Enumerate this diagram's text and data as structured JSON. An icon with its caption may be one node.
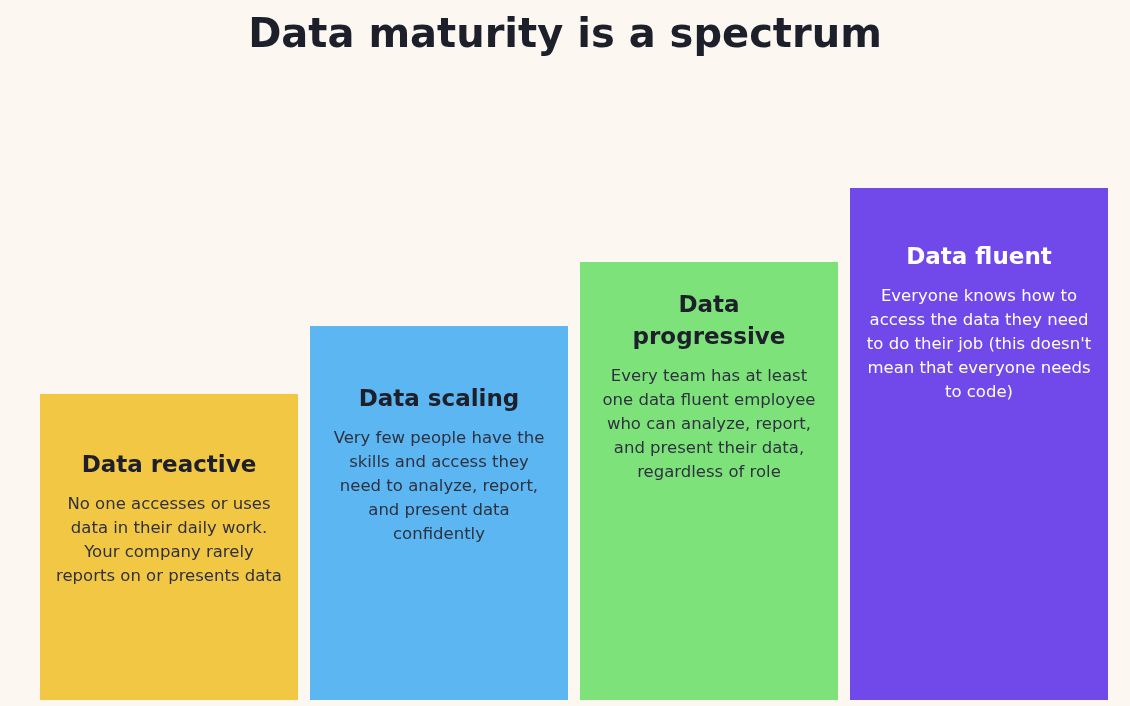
{
  "diagram": {
    "title": "Data maturity is a spectrum",
    "nodes": [
      {
        "text": [
          "Data reactive",
          "No one accesses or uses data in their daily work. Your company rarely reports on or presents data"
        ]
      },
      {
        "text": [
          "Data scaling",
          "Very few people have the skills and access they need to analyze, report, and present data confidently"
        ]
      },
      {
        "text": [
          "Data progressive",
          "Every team has at least one data fluent employee who can analyze, report, and present their data, regardless of role"
        ]
      },
      {
        "text": [
          "Data fluent",
          "Everyone knows how to access the data they need to do their job (this doesn't mean that everyone needs to code)"
        ]
      }
    ]
  }
}
